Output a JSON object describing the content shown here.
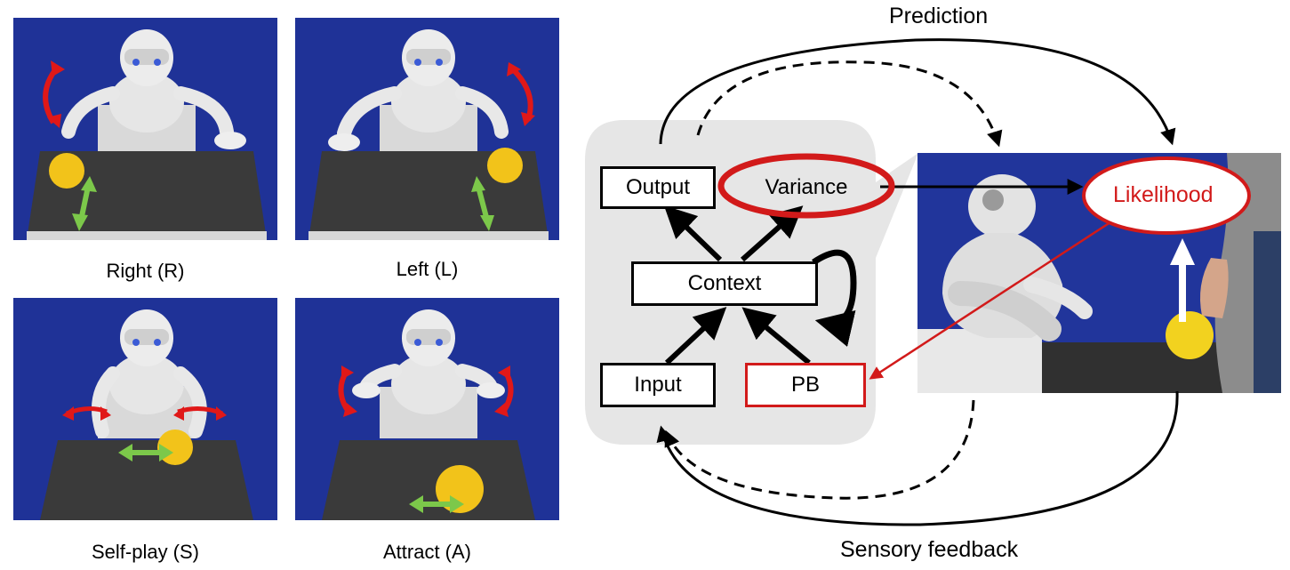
{
  "panels": [
    {
      "caption": "Right (R)"
    },
    {
      "caption": "Left (L)"
    },
    {
      "caption": "Self-play (S)"
    },
    {
      "caption": "Attract (A)"
    }
  ],
  "diagram": {
    "top_label": "Prediction",
    "bottom_label": "Sensory feedback",
    "nodes": {
      "output": "Output",
      "variance": "Variance",
      "context": "Context",
      "input": "Input",
      "pb": "PB",
      "likelihood": "Likelihood"
    }
  },
  "colors": {
    "backdrop_blue": "#1d2f8f",
    "table_dark": "#3a3a3a",
    "ball_yellow": "#f2c31a",
    "arrow_red": "#e01818",
    "arrow_green": "#7cc84a",
    "highlight_red": "#d21a1a",
    "panel_grey": "#e6e6e6"
  },
  "icons": [
    "robot-icon",
    "ball-icon",
    "red-rotation-arrow-icon",
    "green-double-arrow-icon",
    "human-hand-icon"
  ]
}
